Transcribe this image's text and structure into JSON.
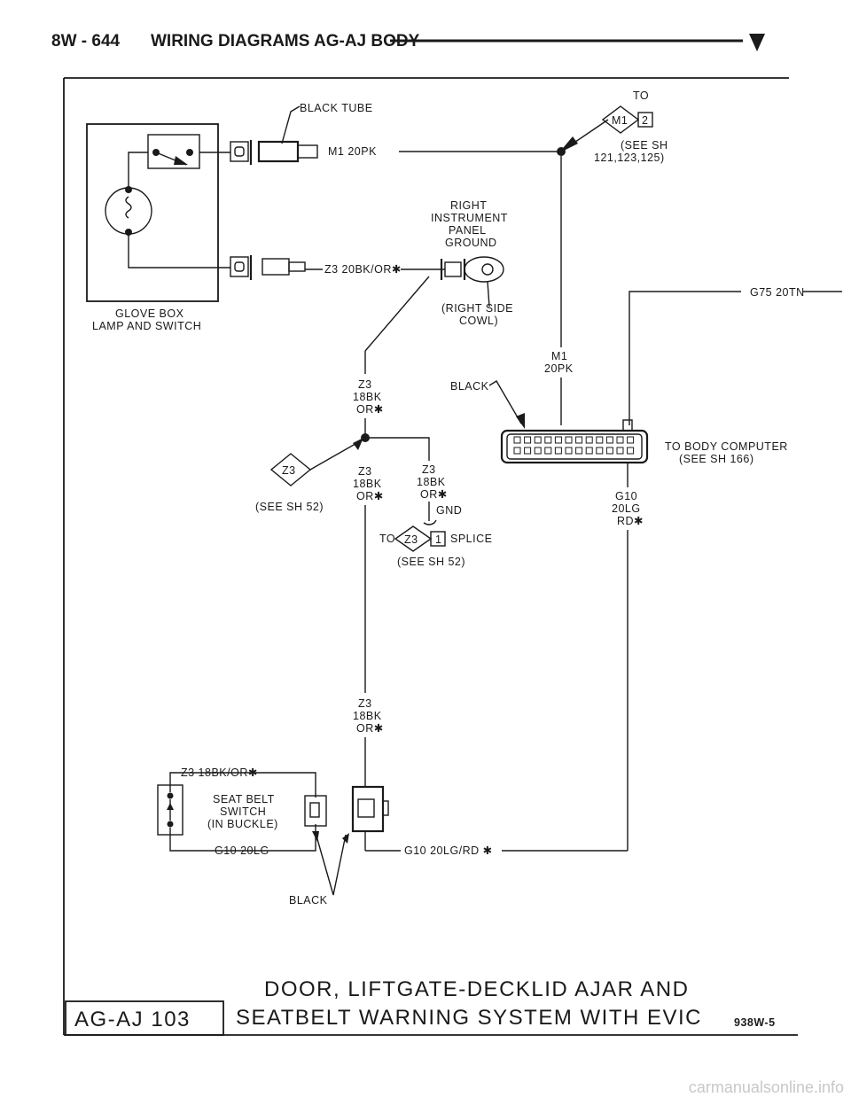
{
  "header": {
    "page": "8W - 644",
    "section": "WIRING DIAGRAMS AG-AJ BODY"
  },
  "labels": {
    "black_tube": "BLACK TUBE",
    "m1_20pk": "M1 20PK",
    "to": "TO",
    "m1": "M1",
    "conn_num": "2",
    "see_sh_1": "(SEE SH",
    "see_sh_nums": "121,123,125)",
    "right": "RIGHT",
    "instrument": "INSTRUMENT",
    "panel": "PANEL",
    "ground": "GROUND",
    "z3_20bk": "Z3 20BK/OR✱",
    "glove_box": "GLOVE BOX",
    "lamp_switch": "LAMP AND SWITCH",
    "right_side": "(RIGHT SIDE",
    "cowl": "COWL)",
    "g75": "G75 20TN",
    "m1_v": "M1",
    "pk20_v": "20PK",
    "z3": "Z3",
    "bk18": "18BK",
    "orx": "OR✱",
    "black": "BLACK",
    "to_body": "TO BODY COMPUTER",
    "see_sh166": "(SEE SH 166)",
    "z3_conn": "Z3",
    "see_sh52": "(SEE SH 52)",
    "gnd": "GND",
    "to_s": "TO",
    "z3_s": "Z3",
    "splice_num": "1",
    "splice": "SPLICE",
    "see_sh52b": "(SEE SH 52)",
    "g10": "G10",
    "lg20": "20LG",
    "rdx": "RD✱",
    "z3_18bk_or": "Z3 18BK/OR✱",
    "seat_belt": "SEAT BELT",
    "switch": "SWITCH",
    "in_buckle": "(IN BUCKLE)",
    "g10_20lg": "G10 20LG",
    "g10_20lg_rd": "G10 20LG/RD ✱",
    "black2": "BLACK"
  },
  "footer": {
    "code": "AG-AJ 103",
    "title1": "DOOR, LIFTGATE-DECKLID AJAR AND",
    "title2": "SEATBELT WARNING SYSTEM WITH EVIC",
    "ref": "938W-5"
  },
  "watermark": "carmanualsonline.info"
}
